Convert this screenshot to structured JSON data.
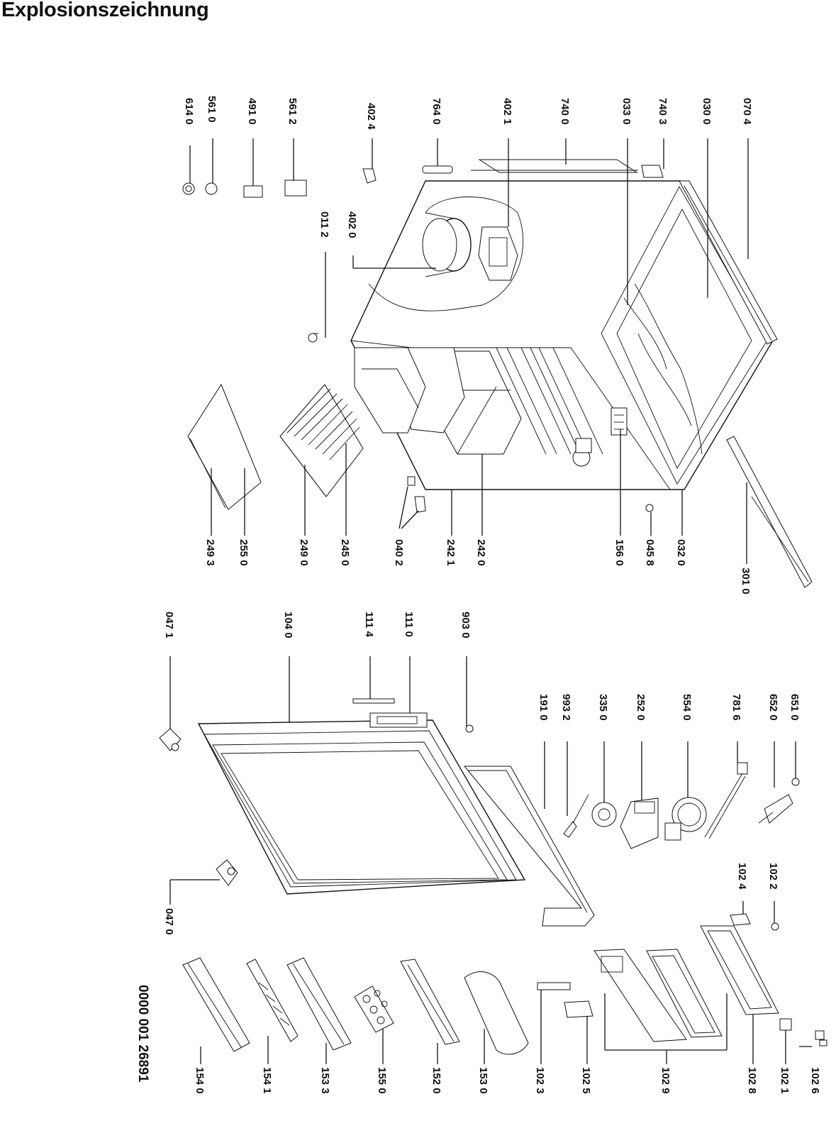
{
  "title": "Explosionszeichnung",
  "document_number": "0000 001 26891",
  "part_labels": {
    "p0704": "070 4",
    "p0300": "030 0",
    "p7403": "740 3",
    "p0330": "033 0",
    "p7400": "740 0",
    "p4021": "402 1",
    "p7640": "764 0",
    "p4024": "402 4",
    "p5612": "561 2",
    "p4910": "491 0",
    "p5610": "561 0",
    "p6140": "614 0",
    "p4020": "402 0",
    "p0112": "011 2",
    "p3010": "301 0",
    "p0320": "032 0",
    "p0458": "045 8",
    "p1560": "156 0",
    "p0402": "040 2",
    "p2420": "242 0",
    "p2421": "242 1",
    "p2450": "245 0",
    "p2490": "249 0",
    "p2550": "255 0",
    "p2493": "249 3",
    "p6510": "651 0",
    "p6520": "652 0",
    "p7816": "781 6",
    "p5540": "554 0",
    "p2520": "252 0",
    "p3350": "335 0",
    "p9932": "993 2",
    "p1910": "191 0",
    "p9030": "903 0",
    "p1110": "111 0",
    "p1114": "111 4",
    "p1040": "104 0",
    "p0471": "047 1",
    "p0470": "047 0",
    "p1022": "102 2",
    "p1024": "102 4",
    "p1026": "102 6",
    "p1021": "102 1",
    "p1028": "102 8",
    "p1029": "102 9",
    "p1025": "102 5",
    "p1023": "102 3",
    "p1530": "153 0",
    "p1520": "152 0",
    "p1550": "155 0",
    "p1533": "153 3",
    "p1541": "154 1",
    "p1540": "154 0"
  }
}
